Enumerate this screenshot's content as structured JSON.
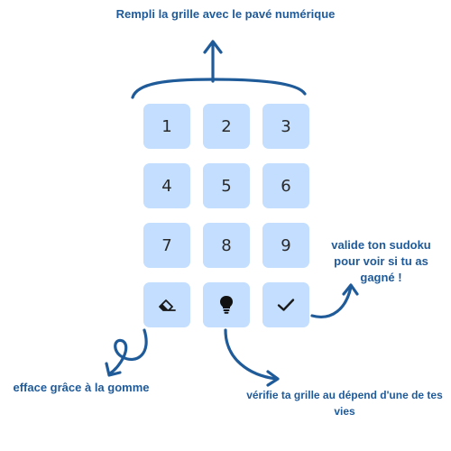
{
  "annotations": {
    "numpad": "Rempli la grille avec le pavé numérique",
    "validate": "valide ton sudoku pour voir si tu as gagné !",
    "erase": "efface grâce à la gomme",
    "hint": "vérifie ta grille au dépend d'une de tes vies"
  },
  "keypad": {
    "digits": [
      "1",
      "2",
      "3",
      "4",
      "5",
      "6",
      "7",
      "8",
      "9"
    ],
    "actions": [
      "eraser-icon",
      "lightbulb-icon",
      "checkmark-icon"
    ]
  },
  "colors": {
    "accent": "#1f5a99",
    "key_background": "#c3deff",
    "key_text": "#2a2a2a"
  }
}
